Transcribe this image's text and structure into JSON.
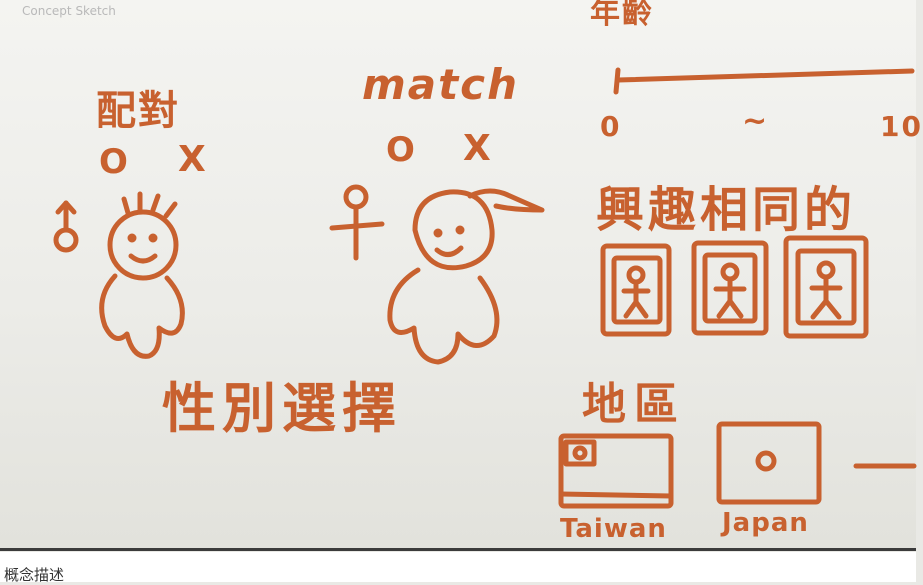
{
  "caption": "Concept Sketch",
  "top_heading_partial": "年齡",
  "pairing": {
    "title": "配對",
    "yes": "O",
    "no": "X"
  },
  "match": {
    "title": "match",
    "yes": "O",
    "no": "X"
  },
  "gender_selection": "性別選擇",
  "age_range": {
    "min": "0",
    "sep": "~",
    "max": "10"
  },
  "same_interest_partial": "興趣相同的",
  "region": "地區",
  "regions": [
    "Taiwan",
    "Japan"
  ],
  "footer_label_partial": "概念描述",
  "colors": {
    "marker": "#c8612f",
    "board": "#f0f0ec"
  }
}
